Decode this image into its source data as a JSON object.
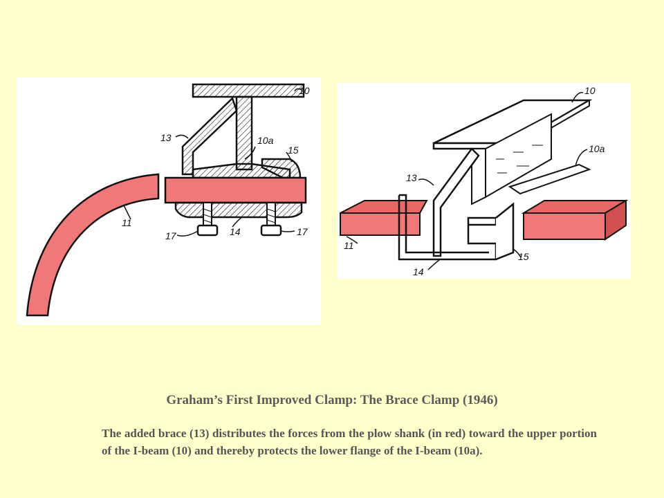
{
  "figure_left": {
    "labels": {
      "beam": "10",
      "lower_flange": "10a",
      "brace": "13",
      "clip": "15",
      "shank": "11",
      "bolt_left": "17",
      "bolt_right": "17",
      "plate": "14"
    }
  },
  "figure_right": {
    "labels": {
      "beam": "10",
      "lower_flange": "10a",
      "brace": "13",
      "shank": "11",
      "clip": "15",
      "plate": "14"
    }
  },
  "caption": {
    "title": "Graham’s First Improved Clamp: The Brace Clamp (1946)",
    "body": "The added brace (13) distributes the forces from the plow shank (in red) toward the upper portion of the I-beam (10) and thereby protects the lower flange of the I-beam (10a)."
  },
  "colors": {
    "background": "#ffffcc",
    "shank": "#f07878",
    "shank_dark": "#c04040",
    "ink": "#111111"
  }
}
